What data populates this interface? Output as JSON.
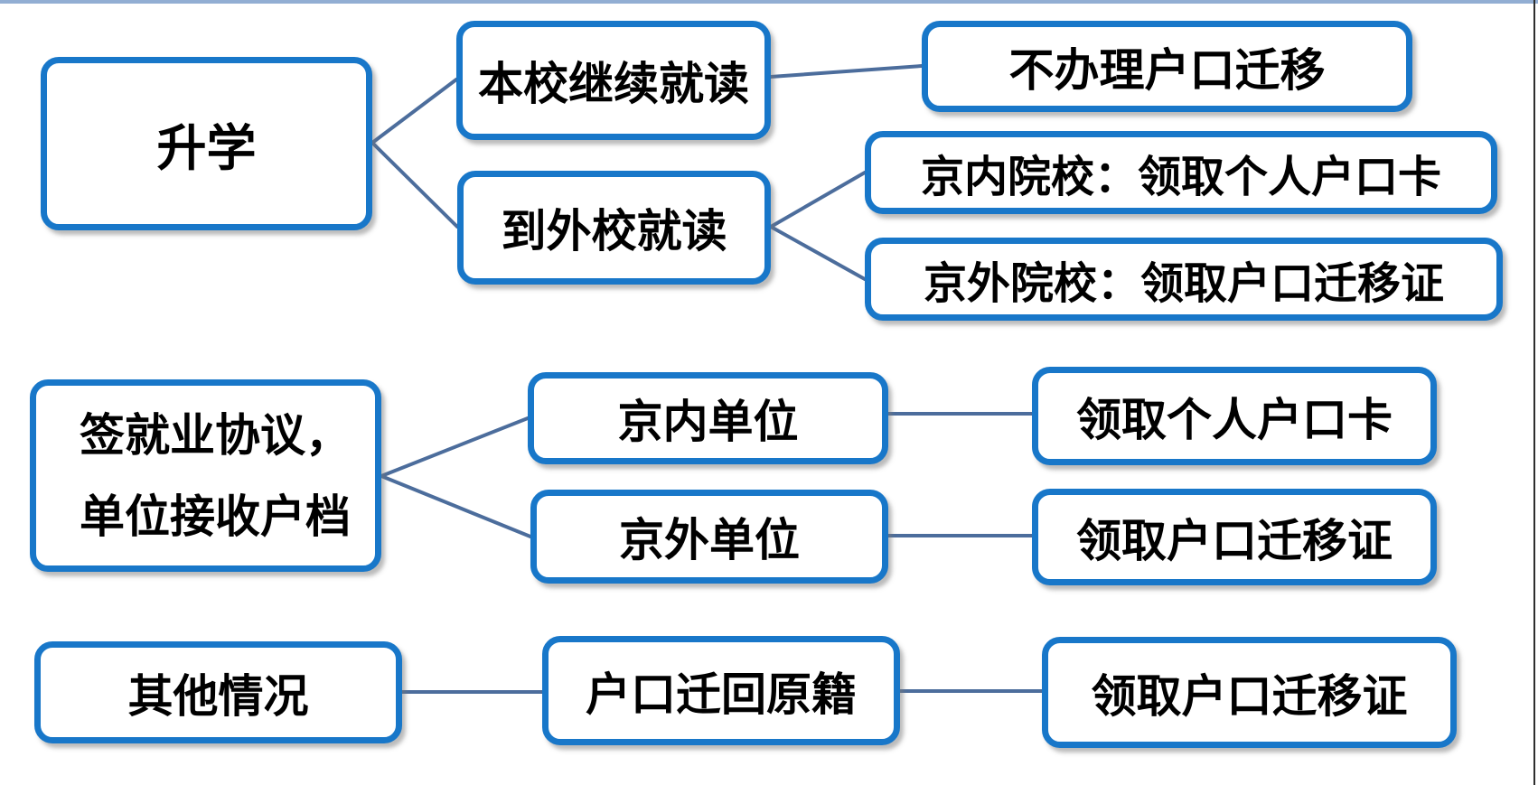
{
  "diagram": {
    "background": "#ffffff",
    "colors": {
      "box_border": "#1877c9",
      "connector": "#4c6d9c",
      "text": "#000000",
      "top_rule": "#92aed3",
      "right_rule": "#2e2e2e"
    },
    "nodes": [
      {
        "id": "shengxue",
        "label": "升学"
      },
      {
        "id": "benxiao",
        "label": "本校继续就读"
      },
      {
        "id": "daowaixiao",
        "label": "到外校就读"
      },
      {
        "id": "bubanli",
        "label": "不办理户口迁移"
      },
      {
        "id": "jingnei-yuanxiao",
        "label": "京内院校：领取个人户口卡"
      },
      {
        "id": "jingwai-yuanxiao",
        "label": "京外院校：领取户口迁移证"
      },
      {
        "id": "qian-jiuye",
        "label": "签就业协议，\n单位接收户档"
      },
      {
        "id": "jingnei-danwei",
        "label": "京内单位"
      },
      {
        "id": "jingwai-danwei",
        "label": "京外单位"
      },
      {
        "id": "lingqu-geren",
        "label": "领取个人户口卡"
      },
      {
        "id": "lingqu-qianyi-a",
        "label": "领取户口迁移证"
      },
      {
        "id": "qita",
        "label": "其他情况"
      },
      {
        "id": "hukou-qianhui",
        "label": "户口迁回原籍"
      },
      {
        "id": "lingqu-qianyi-b",
        "label": "领取户口迁移证"
      }
    ],
    "edges": [
      {
        "from": "shengxue",
        "to": "benxiao"
      },
      {
        "from": "shengxue",
        "to": "daowaixiao"
      },
      {
        "from": "benxiao",
        "to": "bubanli"
      },
      {
        "from": "daowaixiao",
        "to": "jingnei-yuanxiao"
      },
      {
        "from": "daowaixiao",
        "to": "jingwai-yuanxiao"
      },
      {
        "from": "qian-jiuye",
        "to": "jingnei-danwei"
      },
      {
        "from": "qian-jiuye",
        "to": "jingwai-danwei"
      },
      {
        "from": "jingnei-danwei",
        "to": "lingqu-geren"
      },
      {
        "from": "jingwai-danwei",
        "to": "lingqu-qianyi-a"
      },
      {
        "from": "qita",
        "to": "hukou-qianhui"
      },
      {
        "from": "hukou-qianhui",
        "to": "lingqu-qianyi-b"
      }
    ]
  }
}
